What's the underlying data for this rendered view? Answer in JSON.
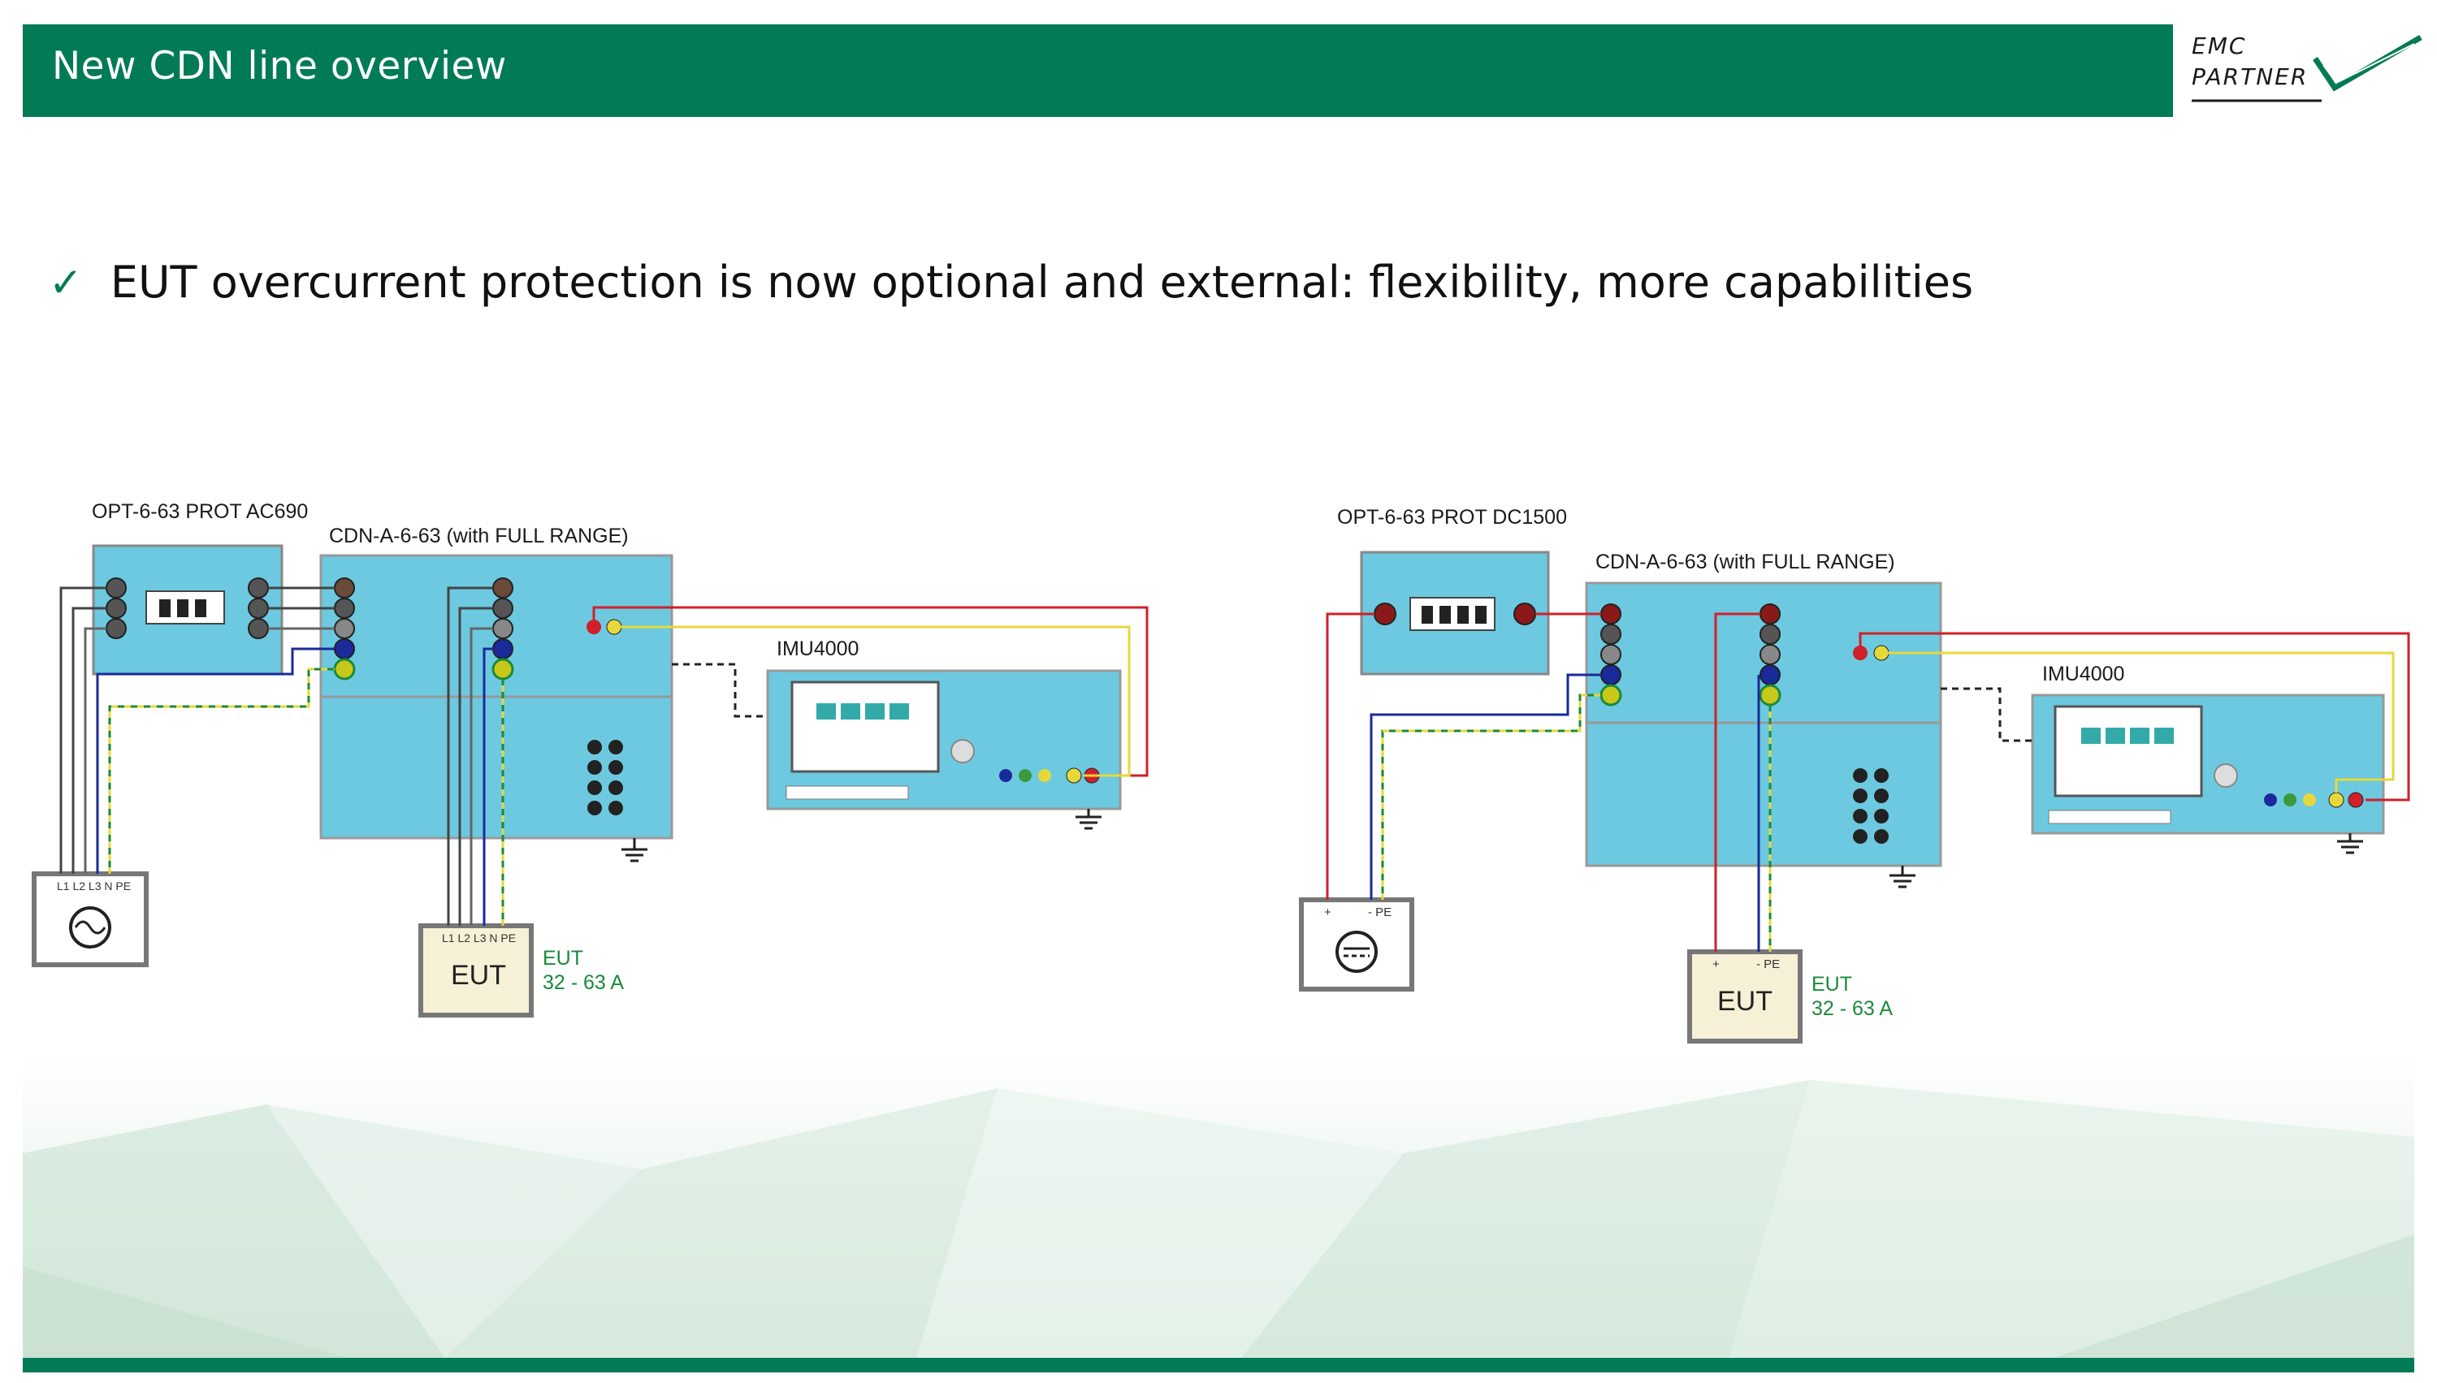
{
  "header": {
    "title": "New CDN line overview"
  },
  "logo": {
    "line1": "EMC",
    "line2": "PARTNER"
  },
  "bullet": {
    "check": "✓",
    "text": "EUT overcurrent protection is now optional and external: flexibility,  more capabilities"
  },
  "left_diagram": {
    "prot_label": "OPT-6-63 PROT AC690",
    "cdn_label": "CDN-A-6-63 (with FULL RANGE)",
    "imu_label": "IMU4000",
    "source_terminals": "L1 L2 L3 N PE",
    "eut_terminals": "L1 L2 L3 N PE",
    "eut_box": "EUT",
    "eut_name": "EUT",
    "eut_rating": "32 - 63 A"
  },
  "right_diagram": {
    "prot_label": "OPT-6-63 PROT DC1500",
    "cdn_label": "CDN-A-6-63 (with FULL RANGE)",
    "imu_label": "IMU4000",
    "source_plus": "+",
    "source_minus_pe": "-  PE",
    "eut_plus": "+",
    "eut_minus_pe": "-  PE",
    "eut_box": "EUT",
    "eut_name": "EUT",
    "eut_rating": "32 - 63 A"
  },
  "colors": {
    "brand_green": "#007b55",
    "panel_blue": "#6cc9e0",
    "wire_red": "#d0202a",
    "wire_yellow": "#e6d83a",
    "wire_blue": "#1a2a9a",
    "eut_fill": "#f6f1d6"
  },
  "icons": [
    "check-icon",
    "emc-logo",
    "ac-source-icon",
    "dc-source-icon",
    "ground-icon"
  ]
}
